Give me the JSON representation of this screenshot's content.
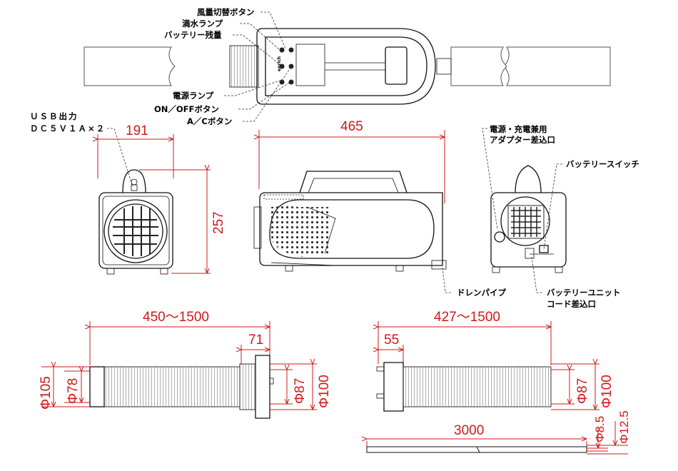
{
  "labels": {
    "fan_switch": "風量切替ボタン",
    "full_water_lamp": "満水ランプ",
    "battery_level": "バッテリー残量",
    "power_lamp": "電源ランプ",
    "on_off_button": "ON／OFFボタン",
    "ac_button": "A／Cボタン",
    "usb_line1": "ＵＳＢ出力",
    "usb_line2": "ＤＣ５Ｖ１Ａ×２",
    "adapter_line1": "電源・充電兼用",
    "adapter_line2": "アダプター差込口",
    "battery_switch": "バッテリースイッチ",
    "drain_pipe": "ドレンパイプ",
    "battery_cord_line1": "バッテリーユニット",
    "battery_cord_line2": "コード差込口",
    "panel_text": "enrich"
  },
  "dimensions": {
    "width_side": "191",
    "height": "257",
    "length": "465",
    "duct1_length": "450〜1500",
    "duct1_collar": "71",
    "duct1_d_outer": "Φ105",
    "duct1_d_inner": "Φ78",
    "duct1_end_inner": "Φ87",
    "duct1_end_outer": "Φ100",
    "duct2_length": "427〜1500",
    "duct2_collar": "55",
    "duct2_d_inner": "Φ87",
    "duct2_d_outer": "Φ100",
    "hose_length": "3000",
    "hose_d_inner": "Φ8.5",
    "hose_d_outer": "Φ12.5"
  },
  "colors": {
    "dimension": "#d01818",
    "line": "#111111"
  }
}
